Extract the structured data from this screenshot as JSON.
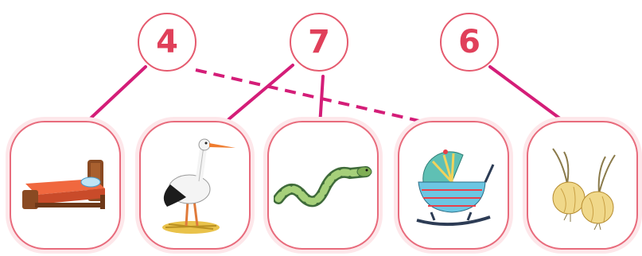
{
  "numbers": {
    "n1": "4",
    "n2": "7",
    "n3": "6"
  },
  "pictures": [
    {
      "icon": "bed-icon"
    },
    {
      "icon": "stork-icon"
    },
    {
      "icon": "snake-icon"
    },
    {
      "icon": "baby-carriage-icon"
    },
    {
      "icon": "onions-icon"
    }
  ],
  "colors": {
    "line": "#d41d78",
    "border": "#e86b7c",
    "number": "#e0405a"
  }
}
